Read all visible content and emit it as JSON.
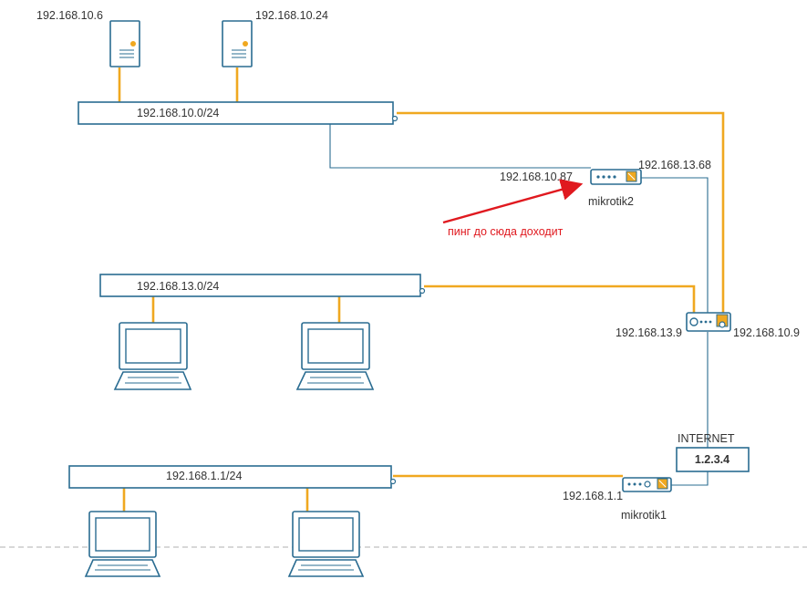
{
  "hosts": {
    "server1_ip": "192.168.10.6",
    "server2_ip": "192.168.10.24"
  },
  "networks": {
    "net10": "192.168.10.0/24",
    "net13": "192.168.13.0/24",
    "net1": "192.168.1.1/24"
  },
  "mikrotik2": {
    "name": "mikrotik2",
    "ip_left": "192.168.10.87",
    "ip_right": "192.168.13.68"
  },
  "router": {
    "ip_left": "192.168.13.9",
    "ip_right": "192.168.10.9"
  },
  "internet": {
    "label": "INTERNET",
    "ip": "1.2.3.4"
  },
  "mikrotik1": {
    "name": "mikrotik1",
    "ip": "192.168.1.1"
  },
  "annotation": {
    "text": "пинг до сюда доходит",
    "color": "#e0191f"
  },
  "colors": {
    "link_orange": "#f0a820",
    "link_blue": "#2a6c91",
    "dashed_border": "#b0b0b0"
  }
}
